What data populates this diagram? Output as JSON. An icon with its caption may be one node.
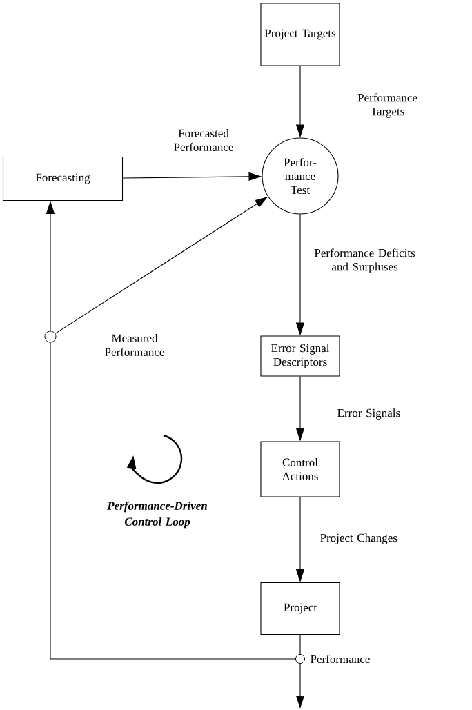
{
  "diagram": {
    "nodes": [
      {
        "text": [
          "Project Targets"
        ]
      },
      {
        "text": [
          "Perfor-mance Test"
        ]
      },
      {
        "text": [
          "Forecasting"
        ]
      },
      {
        "text": [
          "Error Signal Descriptors"
        ]
      },
      {
        "text": [
          "Control Actions"
        ]
      },
      {
        "text": [
          "Project"
        ]
      },
      {
        "text": [],
        "shape": "circle",
        "beside": [
          "Performance"
        ]
      },
      {
        "text": [],
        "shape": "circle"
      }
    ],
    "edges": [
      {
        "from": 0,
        "to": 1,
        "arrow": "to",
        "label": "Performance Targets"
      },
      {
        "from": 2,
        "to": 1,
        "arrow": "to",
        "label": "Forecasted Performance"
      },
      {
        "from": 1,
        "to": 3,
        "arrow": "to",
        "label": "Performance Deficits and Surpluses"
      },
      {
        "from": 3,
        "to": 4,
        "arrow": "to",
        "label": "Error Signals"
      },
      {
        "from": 4,
        "to": 5,
        "arrow": "to",
        "label": "Project Changes"
      },
      {
        "from": 5,
        "to": 6,
        "arrow": "none"
      },
      {
        "from": 6,
        "to": null,
        "arrow": "to"
      },
      {
        "from": 6,
        "to": 7,
        "arrow": "none"
      },
      {
        "from": 7,
        "to": 2,
        "arrow": "to"
      },
      {
        "from": 7,
        "to": 1,
        "arrow": "to",
        "label": "Measured Performance"
      }
    ],
    "labels": [
      "Performance-Driven Control Loop"
    ]
  }
}
